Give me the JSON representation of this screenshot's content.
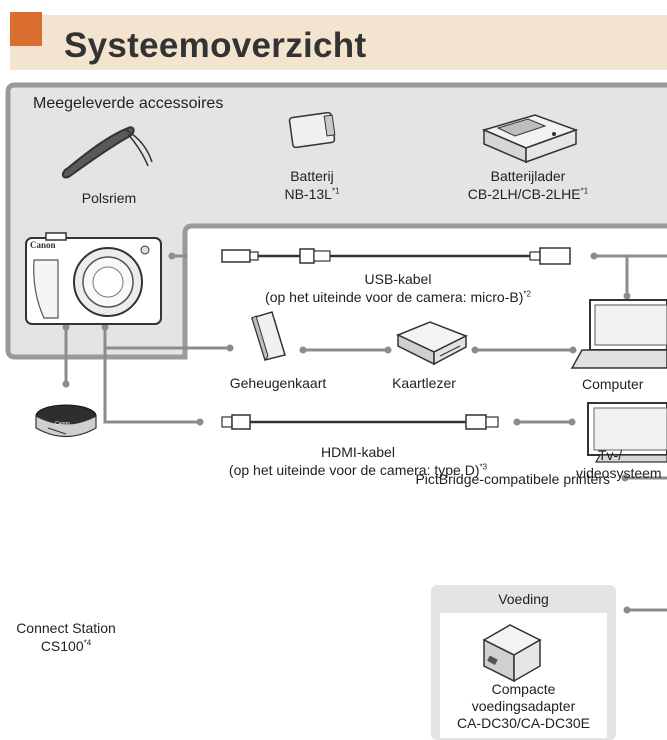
{
  "title": "Systeemoverzicht",
  "section_title": "Meegeleverde accessoires",
  "items": {
    "strap": "Polsriem",
    "battery_line1": "Batterij",
    "battery_line2": "NB-13L",
    "battery_note": "*1",
    "charger_line1": "Batterijlader",
    "charger_line2": "CB-2LH/CB-2LHE",
    "charger_note": "*1",
    "usb_line1": "USB-kabel",
    "usb_line2": "(op het uiteinde voor de camera: micro-B)",
    "usb_note": "*2",
    "memory_card": "Geheugenkaart",
    "card_reader": "Kaartlezer",
    "computer": "Computer",
    "hdmi_line1": "HDMI-kabel",
    "hdmi_line2": "(op het uiteinde voor de camera: type D)",
    "hdmi_note": "*3",
    "tv_line1": "Tv-/",
    "tv_line2": "videosysteem",
    "printers": "PictBridge-compatibele printers",
    "power_title": "Voeding",
    "adapter_line1": "Compacte",
    "adapter_line2": "voedingsadapter",
    "adapter_line3": "CA-DC30/CA-DC30E",
    "station_line1": "Connect Station",
    "station_line2": "CS100",
    "station_note": "*4",
    "camera_brand": "Canon",
    "device_brand": "Canon"
  },
  "colors": {
    "title_band": "#f3e4cf",
    "title_square": "#d96e2f",
    "panel": "#e4e4e4",
    "line": "#8c8c8c"
  }
}
